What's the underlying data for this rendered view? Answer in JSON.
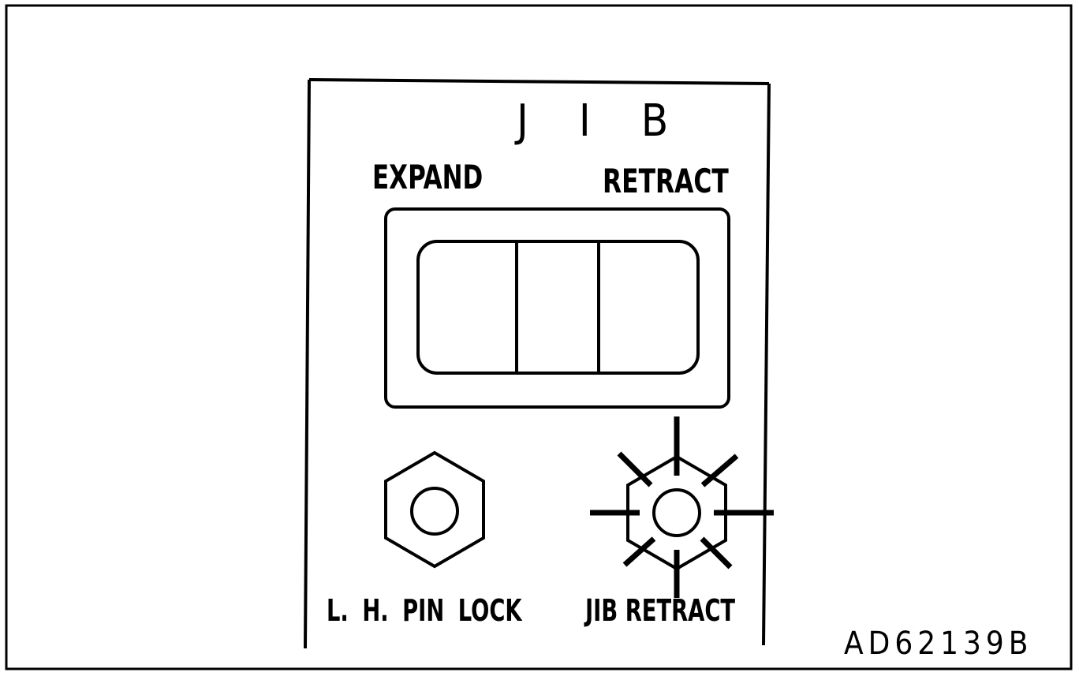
{
  "panel": {
    "title": "J I B",
    "switch_left_label": "EXPAND",
    "switch_right_label": "RETRACT",
    "lamp_left_label": "L. H.  PIN LOCK",
    "lamp_right_label": "JIB RETRACT",
    "lamp_left_state": "off",
    "lamp_right_state": "lit"
  },
  "figure_code": "AD62139B",
  "line_color": "#000000",
  "background_color": "#ffffff"
}
